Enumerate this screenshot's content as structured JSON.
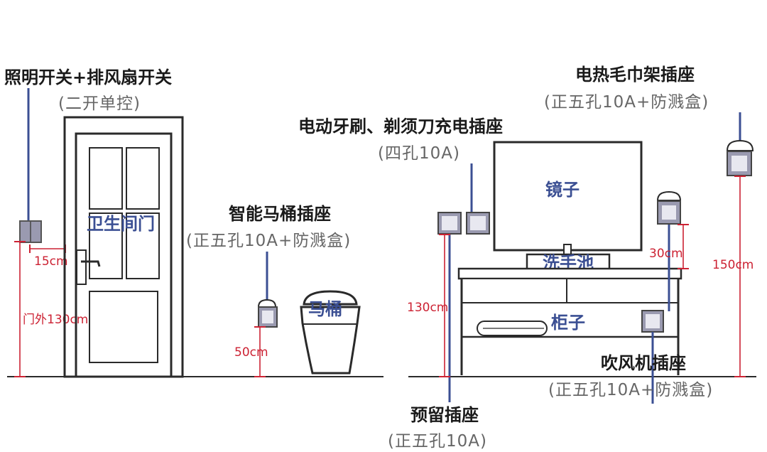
{
  "labels": {
    "light_fan_switch": {
      "title": "照明开关+排风扇开关",
      "sub": "(二开单控)"
    },
    "toothbrush_shaver_socket": {
      "title": "电动牙刷、剃须刀充电插座",
      "sub": "(四孔10A)"
    },
    "towel_rack_socket": {
      "title": "电热毛巾架插座",
      "sub": "(正五孔10A+防溅盒)"
    },
    "smart_toilet_socket": {
      "title": "智能马桶插座",
      "sub": "(正五孔10A+防溅盒)"
    },
    "hair_dryer_socket": {
      "title": "吹风机插座",
      "sub": "(正五孔10A+防溅盒)"
    },
    "reserved_socket": {
      "title": "预留插座",
      "sub": "(正五孔10A)"
    }
  },
  "objects": {
    "door": "卫生间门",
    "toilet": "马桶",
    "mirror": "镜子",
    "basin": "洗手池",
    "cabinet": "柜子"
  },
  "dimensions": {
    "switch_offset": "15cm",
    "switch_height": "门外130cm",
    "toilet_socket_height": "50cm",
    "reserved_socket_height": "130cm",
    "mirror_socket_offset": "30cm",
    "towel_rack_height": "150cm"
  },
  "colors": {
    "accent": "#3b4f93",
    "dimension": "#cc2233",
    "line": "#2a2a2a"
  }
}
